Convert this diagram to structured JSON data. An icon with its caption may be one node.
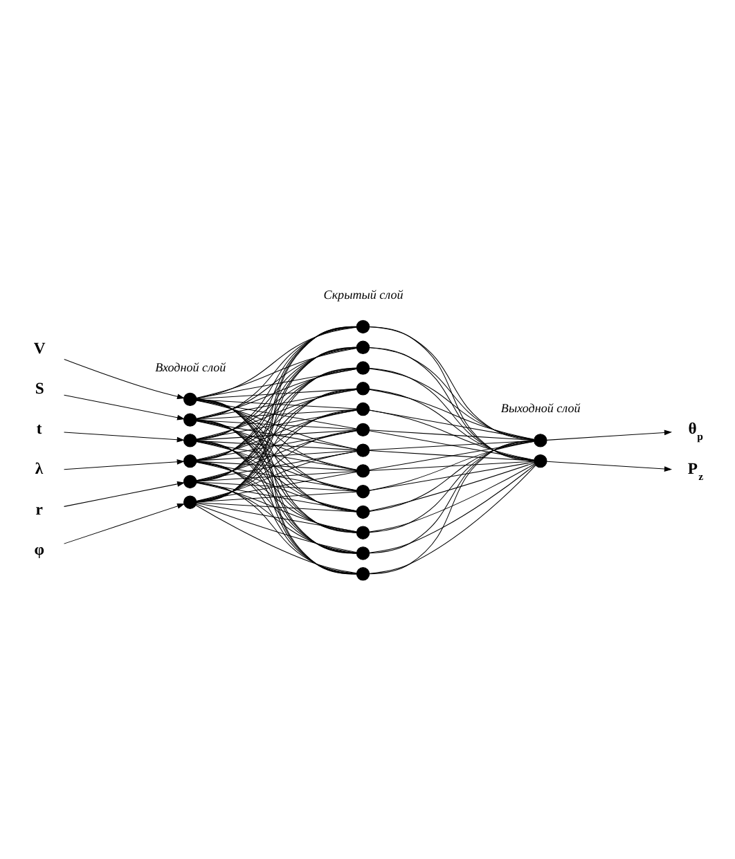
{
  "diagram": {
    "nodes": [
      {
        "text": [
          "V"
        ]
      },
      {
        "text": [
          "S"
        ]
      },
      {
        "text": [
          "t"
        ]
      },
      {
        "text": [
          "λ"
        ]
      },
      {
        "text": [
          "r"
        ]
      },
      {
        "text": [
          "φ"
        ]
      },
      {
        "text": [],
        "shape": "circle"
      },
      {
        "text": [],
        "shape": "circle"
      },
      {
        "text": [],
        "shape": "circle"
      },
      {
        "text": [],
        "shape": "circle"
      },
      {
        "text": [],
        "shape": "circle"
      },
      {
        "text": [],
        "shape": "circle"
      },
      {
        "text": [],
        "shape": "circle"
      },
      {
        "text": [],
        "shape": "circle"
      },
      {
        "text": [],
        "shape": "circle"
      },
      {
        "text": [],
        "shape": "circle"
      },
      {
        "text": [],
        "shape": "circle"
      },
      {
        "text": [],
        "shape": "circle"
      },
      {
        "text": [],
        "shape": "circle"
      },
      {
        "text": [],
        "shape": "circle"
      },
      {
        "text": [],
        "shape": "circle"
      },
      {
        "text": [],
        "shape": "circle"
      },
      {
        "text": [],
        "shape": "circle"
      },
      {
        "text": [],
        "shape": "circle"
      },
      {
        "text": [],
        "shape": "circle"
      },
      {
        "text": [],
        "shape": "circle"
      },
      {
        "text": [],
        "shape": "circle"
      },
      {
        "text": [
          "θ$_{p}$"
        ]
      },
      {
        "text": [
          "P$_{z}$"
        ]
      }
    ],
    "edges": [
      {
        "from": 0,
        "to": 6,
        "arrow": "to"
      },
      {
        "from": 1,
        "to": 7,
        "arrow": "to"
      },
      {
        "from": 2,
        "to": 8,
        "arrow": "to"
      },
      {
        "from": 3,
        "to": 9,
        "arrow": "to"
      },
      {
        "from": 4,
        "to": 10,
        "arrow": "to"
      },
      {
        "from": 5,
        "to": 11,
        "arrow": "to"
      },
      {
        "from": 6,
        "to": 12,
        "arrow": "none"
      },
      {
        "from": 6,
        "to": 13,
        "arrow": "none"
      },
      {
        "from": 6,
        "to": 14,
        "arrow": "none"
      },
      {
        "from": 6,
        "to": 15,
        "arrow": "none"
      },
      {
        "from": 6,
        "to": 16,
        "arrow": "none"
      },
      {
        "from": 6,
        "to": 17,
        "arrow": "none"
      },
      {
        "from": 6,
        "to": 18,
        "arrow": "none"
      },
      {
        "from": 6,
        "to": 19,
        "arrow": "none"
      },
      {
        "from": 6,
        "to": 20,
        "arrow": "none"
      },
      {
        "from": 6,
        "to": 21,
        "arrow": "none"
      },
      {
        "from": 6,
        "to": 22,
        "arrow": "none"
      },
      {
        "from": 6,
        "to": 23,
        "arrow": "none"
      },
      {
        "from": 6,
        "to": 24,
        "arrow": "none"
      },
      {
        "from": 7,
        "to": 12,
        "arrow": "none"
      },
      {
        "from": 7,
        "to": 13,
        "arrow": "none"
      },
      {
        "from": 7,
        "to": 14,
        "arrow": "none"
      },
      {
        "from": 7,
        "to": 15,
        "arrow": "none"
      },
      {
        "from": 7,
        "to": 16,
        "arrow": "none"
      },
      {
        "from": 7,
        "to": 17,
        "arrow": "none"
      },
      {
        "from": 7,
        "to": 18,
        "arrow": "none"
      },
      {
        "from": 7,
        "to": 19,
        "arrow": "none"
      },
      {
        "from": 7,
        "to": 20,
        "arrow": "none"
      },
      {
        "from": 7,
        "to": 21,
        "arrow": "none"
      },
      {
        "from": 7,
        "to": 22,
        "arrow": "none"
      },
      {
        "from": 7,
        "to": 23,
        "arrow": "none"
      },
      {
        "from": 7,
        "to": 24,
        "arrow": "none"
      },
      {
        "from": 8,
        "to": 12,
        "arrow": "none"
      },
      {
        "from": 8,
        "to": 13,
        "arrow": "none"
      },
      {
        "from": 8,
        "to": 14,
        "arrow": "none"
      },
      {
        "from": 8,
        "to": 15,
        "arrow": "none"
      },
      {
        "from": 8,
        "to": 16,
        "arrow": "none"
      },
      {
        "from": 8,
        "to": 17,
        "arrow": "none"
      },
      {
        "from": 8,
        "to": 18,
        "arrow": "none"
      },
      {
        "from": 8,
        "to": 19,
        "arrow": "none"
      },
      {
        "from": 8,
        "to": 20,
        "arrow": "none"
      },
      {
        "from": 8,
        "to": 21,
        "arrow": "none"
      },
      {
        "from": 8,
        "to": 22,
        "arrow": "none"
      },
      {
        "from": 8,
        "to": 23,
        "arrow": "none"
      },
      {
        "from": 8,
        "to": 24,
        "arrow": "none"
      },
      {
        "from": 9,
        "to": 12,
        "arrow": "none"
      },
      {
        "from": 9,
        "to": 13,
        "arrow": "none"
      },
      {
        "from": 9,
        "to": 14,
        "arrow": "none"
      },
      {
        "from": 9,
        "to": 15,
        "arrow": "none"
      },
      {
        "from": 9,
        "to": 16,
        "arrow": "none"
      },
      {
        "from": 9,
        "to": 17,
        "arrow": "none"
      },
      {
        "from": 9,
        "to": 18,
        "arrow": "none"
      },
      {
        "from": 9,
        "to": 19,
        "arrow": "none"
      },
      {
        "from": 9,
        "to": 20,
        "arrow": "none"
      },
      {
        "from": 9,
        "to": 21,
        "arrow": "none"
      },
      {
        "from": 9,
        "to": 22,
        "arrow": "none"
      },
      {
        "from": 9,
        "to": 23,
        "arrow": "none"
      },
      {
        "from": 9,
        "to": 24,
        "arrow": "none"
      },
      {
        "from": 10,
        "to": 12,
        "arrow": "none"
      },
      {
        "from": 10,
        "to": 13,
        "arrow": "none"
      },
      {
        "from": 10,
        "to": 14,
        "arrow": "none"
      },
      {
        "from": 10,
        "to": 15,
        "arrow": "none"
      },
      {
        "from": 10,
        "to": 16,
        "arrow": "none"
      },
      {
        "from": 10,
        "to": 17,
        "arrow": "none"
      },
      {
        "from": 10,
        "to": 18,
        "arrow": "none"
      },
      {
        "from": 10,
        "to": 19,
        "arrow": "none"
      },
      {
        "from": 10,
        "to": 20,
        "arrow": "none"
      },
      {
        "from": 10,
        "to": 21,
        "arrow": "none"
      },
      {
        "from": 10,
        "to": 22,
        "arrow": "none"
      },
      {
        "from": 10,
        "to": 23,
        "arrow": "none"
      },
      {
        "from": 10,
        "to": 24,
        "arrow": "none"
      },
      {
        "from": 11,
        "to": 12,
        "arrow": "none"
      },
      {
        "from": 11,
        "to": 13,
        "arrow": "none"
      },
      {
        "from": 11,
        "to": 14,
        "arrow": "none"
      },
      {
        "from": 11,
        "to": 15,
        "arrow": "none"
      },
      {
        "from": 11,
        "to": 16,
        "arrow": "none"
      },
      {
        "from": 11,
        "to": 17,
        "arrow": "none"
      },
      {
        "from": 11,
        "to": 18,
        "arrow": "none"
      },
      {
        "from": 11,
        "to": 19,
        "arrow": "none"
      },
      {
        "from": 11,
        "to": 20,
        "arrow": "none"
      },
      {
        "from": 11,
        "to": 21,
        "arrow": "none"
      },
      {
        "from": 11,
        "to": 22,
        "arrow": "none"
      },
      {
        "from": 11,
        "to": 23,
        "arrow": "none"
      },
      {
        "from": 11,
        "to": 24,
        "arrow": "none"
      },
      {
        "from": 12,
        "to": 25,
        "arrow": "none"
      },
      {
        "from": 12,
        "to": 26,
        "arrow": "none"
      },
      {
        "from": 13,
        "to": 25,
        "arrow": "none"
      },
      {
        "from": 13,
        "to": 26,
        "arrow": "none"
      },
      {
        "from": 14,
        "to": 25,
        "arrow": "none"
      },
      {
        "from": 14,
        "to": 26,
        "arrow": "none"
      },
      {
        "from": 15,
        "to": 25,
        "arrow": "none"
      },
      {
        "from": 15,
        "to": 26,
        "arrow": "none"
      },
      {
        "from": 16,
        "to": 25,
        "arrow": "none"
      },
      {
        "from": 16,
        "to": 26,
        "arrow": "none"
      },
      {
        "from": 17,
        "to": 25,
        "arrow": "none"
      },
      {
        "from": 17,
        "to": 26,
        "arrow": "none"
      },
      {
        "from": 18,
        "to": 25,
        "arrow": "none"
      },
      {
        "from": 18,
        "to": 26,
        "arrow": "none"
      },
      {
        "from": 19,
        "to": 25,
        "arrow": "none"
      },
      {
        "from": 19,
        "to": 26,
        "arrow": "none"
      },
      {
        "from": 20,
        "to": 25,
        "arrow": "none"
      },
      {
        "from": 20,
        "to": 26,
        "arrow": "none"
      },
      {
        "from": 21,
        "to": 25,
        "arrow": "none"
      },
      {
        "from": 21,
        "to": 26,
        "arrow": "none"
      },
      {
        "from": 22,
        "to": 25,
        "arrow": "none"
      },
      {
        "from": 22,
        "to": 26,
        "arrow": "none"
      },
      {
        "from": 23,
        "to": 25,
        "arrow": "none"
      },
      {
        "from": 23,
        "to": 26,
        "arrow": "none"
      },
      {
        "from": 24,
        "to": 25,
        "arrow": "none"
      },
      {
        "from": 24,
        "to": 26,
        "arrow": "none"
      },
      {
        "from": 25,
        "to": 27,
        "arrow": "to"
      },
      {
        "from": 26,
        "to": 28,
        "arrow": "to"
      }
    ],
    "labels": [
      "Скрытый слой",
      "Входной слой",
      "Выходной слой"
    ]
  }
}
